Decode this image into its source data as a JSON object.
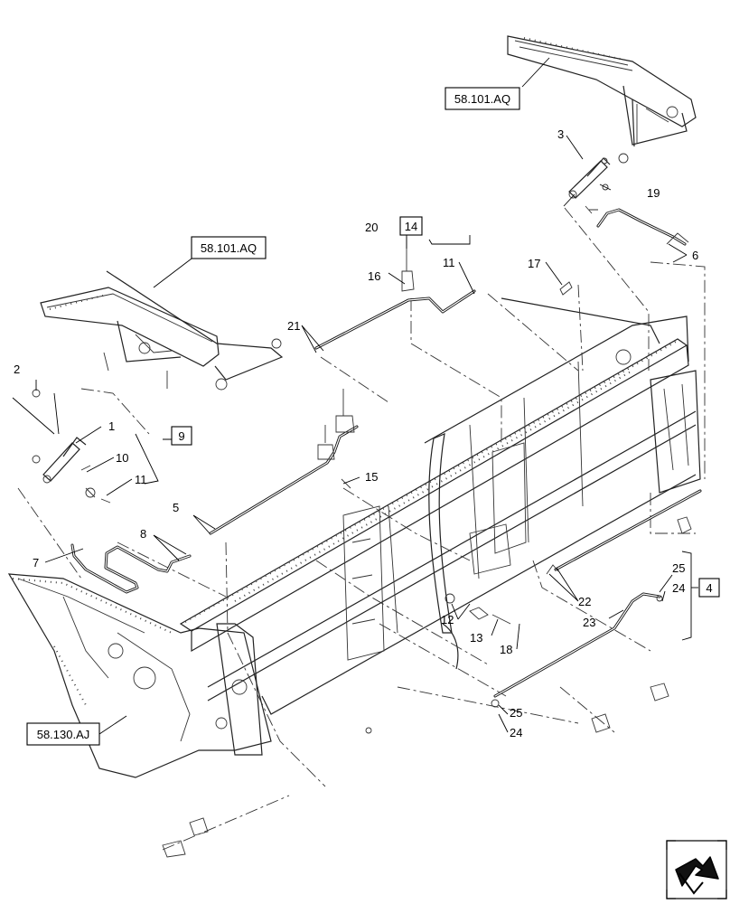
{
  "ref_boxes": [
    {
      "id": "ref-top",
      "text": "58.101.AQ"
    },
    {
      "id": "ref-left",
      "text": "58.101.AQ"
    },
    {
      "id": "ref-bottom",
      "text": "58.130.AJ"
    }
  ],
  "boxed_callouts": [
    {
      "id": "box-9",
      "text": "9"
    },
    {
      "id": "box-14",
      "text": "14"
    },
    {
      "id": "box-4",
      "text": "4"
    }
  ],
  "callouts": [
    {
      "id": "c1",
      "text": "1"
    },
    {
      "id": "c2",
      "text": "2"
    },
    {
      "id": "c3",
      "text": "3"
    },
    {
      "id": "c5",
      "text": "5"
    },
    {
      "id": "c6",
      "text": "6"
    },
    {
      "id": "c7",
      "text": "7"
    },
    {
      "id": "c8",
      "text": "8"
    },
    {
      "id": "c10",
      "text": "10"
    },
    {
      "id": "c11a",
      "text": "11"
    },
    {
      "id": "c11b",
      "text": "11"
    },
    {
      "id": "c12",
      "text": "12"
    },
    {
      "id": "c13",
      "text": "13"
    },
    {
      "id": "c15",
      "text": "15"
    },
    {
      "id": "c16",
      "text": "16"
    },
    {
      "id": "c17",
      "text": "17"
    },
    {
      "id": "c18",
      "text": "18"
    },
    {
      "id": "c19",
      "text": "19"
    },
    {
      "id": "c20",
      "text": "20"
    },
    {
      "id": "c21",
      "text": "21"
    },
    {
      "id": "c22",
      "text": "22"
    },
    {
      "id": "c23",
      "text": "23"
    },
    {
      "id": "c24a",
      "text": "24"
    },
    {
      "id": "c24b",
      "text": "24"
    },
    {
      "id": "c25a",
      "text": "25"
    },
    {
      "id": "c25b",
      "text": "25"
    }
  ],
  "nav_icon": "next-page-arrow-icon"
}
